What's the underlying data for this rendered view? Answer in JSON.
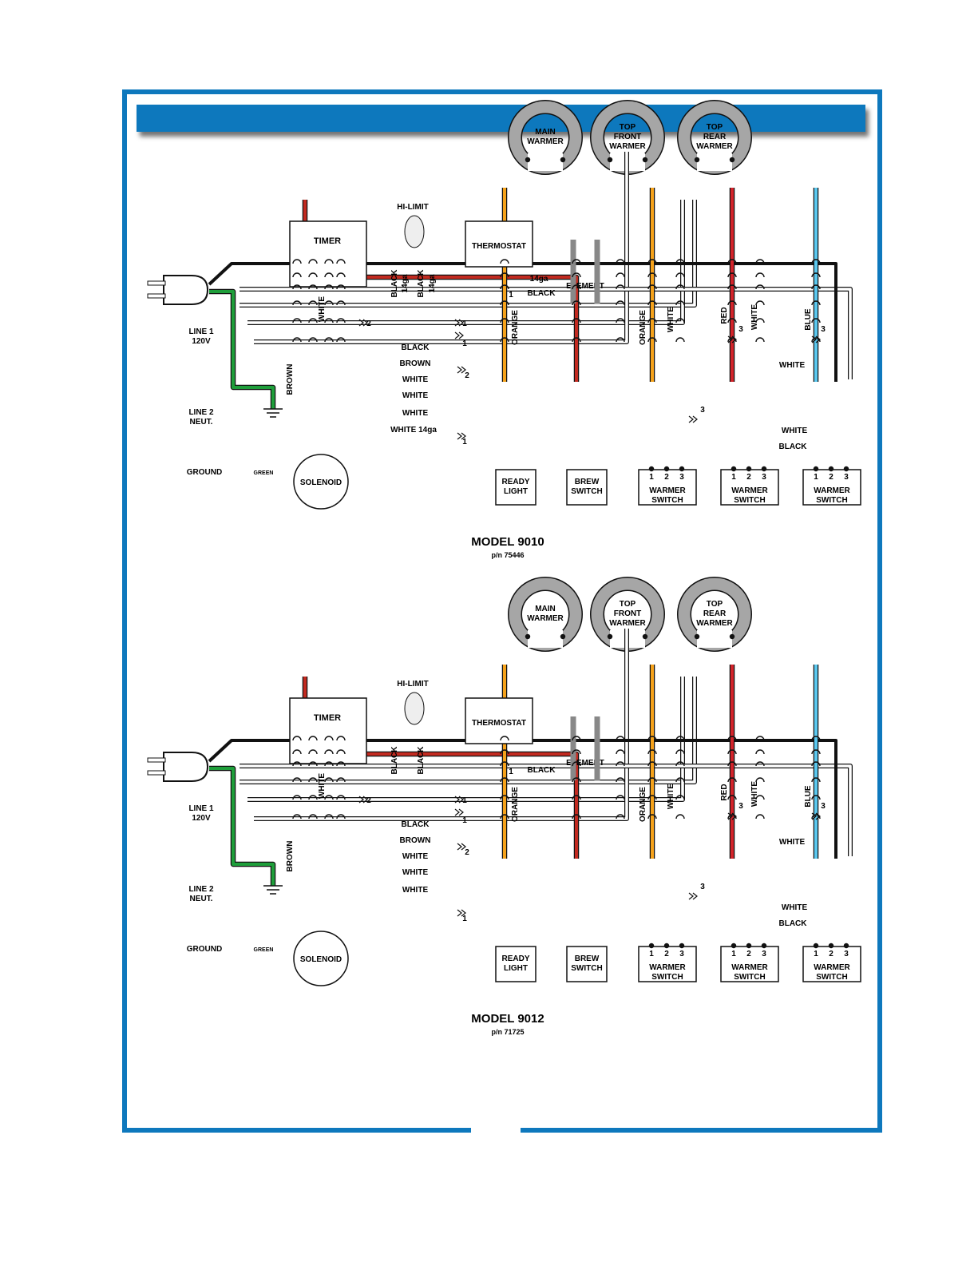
{
  "colors": {
    "frame": "#0e78bd",
    "title_bar": "#0e78bd",
    "black": "#111111",
    "brown": "#c22a20",
    "orange": "#f5a21b",
    "red": "#d3232a",
    "blue": "#5bc8ef",
    "green": "#1e9e3a",
    "white_wire": "#ffffff",
    "warmer_ring": "#a6a6a6"
  },
  "header": {
    "title": ""
  },
  "diagrams": [
    {
      "model": "MODEL  9010",
      "part_number": "p/n 75446",
      "labels": {
        "timer": "TIMER",
        "hi_limit": "HI-LIMIT",
        "thermostat": "THERMOSTAT",
        "element": "ELEMENT",
        "main_warmer": [
          "MAIN",
          "WARMER"
        ],
        "top_front_warmer": [
          "TOP",
          "FRONT",
          "WARMER"
        ],
        "top_rear_warmer": [
          "TOP",
          "REAR",
          "WARMER"
        ],
        "line1": [
          "LINE 1",
          "120V"
        ],
        "line2": [
          "LINE 2",
          "NEUT."
        ],
        "ground": "GROUND",
        "green": "GREEN",
        "solenoid": "SOLENOID",
        "ready_light": [
          "READY",
          "LIGHT"
        ],
        "brew_switch": [
          "BREW",
          "SWITCH"
        ],
        "warmer_switch": [
          "WARMER",
          "SWITCH"
        ],
        "terminals": [
          "1",
          "2",
          "3"
        ],
        "wire_black": "BLACK",
        "wire_brown": "BROWN",
        "wire_white": "WHITE",
        "wire_white_14ga": "WHITE 14ga",
        "v_brown": "BROWN",
        "v_white": "WHITE",
        "v_black": "BLACK",
        "v_14ga": "14ga",
        "v_orange": "ORANGE",
        "v_red": "RED",
        "v_blue": "BLUE",
        "gauge_14ga": "14ga",
        "num1": "1",
        "num2": "2",
        "num3": "3"
      }
    },
    {
      "model": "MODEL  9012",
      "part_number": "p/n 71725",
      "labels": {
        "timer": "TIMER",
        "hi_limit": "HI-LIMIT",
        "thermostat": "THERMOSTAT",
        "element": "ELEMENT",
        "main_warmer": [
          "MAIN",
          "WARMER"
        ],
        "top_front_warmer": [
          "TOP",
          "FRONT",
          "WARMER"
        ],
        "top_rear_warmer": [
          "TOP",
          "REAR",
          "WARMER"
        ],
        "line1": [
          "LINE 1",
          "120V"
        ],
        "line2": [
          "LINE 2",
          "NEUT."
        ],
        "ground": "GROUND",
        "green": "GREEN",
        "solenoid": "SOLENOID",
        "ready_light": [
          "READY",
          "LIGHT"
        ],
        "brew_switch": [
          "BREW",
          "SWITCH"
        ],
        "warmer_switch": [
          "WARMER",
          "SWITCH"
        ],
        "terminals": [
          "1",
          "2",
          "3"
        ],
        "wire_black": "BLACK",
        "wire_brown": "BROWN",
        "wire_white": "WHITE",
        "v_brown": "BROWN",
        "v_white": "WHITE",
        "v_black": "BLACK",
        "v_orange": "ORANGE",
        "v_red": "RED",
        "v_blue": "BLUE",
        "num1": "1",
        "num2": "2",
        "num3": "3"
      }
    }
  ]
}
